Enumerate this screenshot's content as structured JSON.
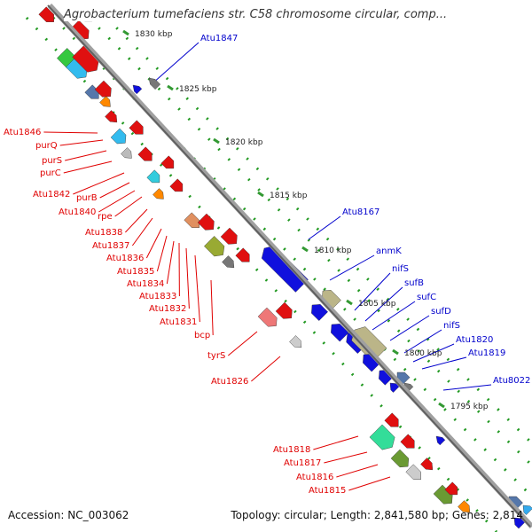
{
  "title": "Agrobacterium tumefaciens str. C58 chromosome circular, comp...",
  "accession": "Accession: NC_003062",
  "topology": "Topology: circular; Length: 2,841,580 bp; Genes: 2,814",
  "colors": {
    "forward_label": "#e00000",
    "reverse_label": "#0000cc",
    "backbone": "#808080",
    "tick": "#339933",
    "dots": "#229922"
  },
  "scale_labels": [
    "1830 kbp",
    "1825 kbp",
    "1820 kbp",
    "1815 kbp",
    "1810 kbp",
    "1805 kbp",
    "1800 kbp",
    "1795 kbp"
  ],
  "forward_genes": [
    "Atu1846",
    "purQ",
    "purS",
    "purC",
    "Atu1842",
    "purB",
    "Atu1840",
    "rpe",
    "Atu1838",
    "Atu1837",
    "Atu1836",
    "Atu1835",
    "Atu1834",
    "Atu1833",
    "Atu1832",
    "Atu1831",
    "bcp",
    "tyrS",
    "Atu1826",
    "Atu1818",
    "Atu1817",
    "Atu1816",
    "Atu1815"
  ],
  "reverse_genes": [
    "Atu1847",
    "Atu8167",
    "anmK",
    "nifS",
    "sufB",
    "sufC",
    "sufD",
    "nifS",
    "Atu1820",
    "Atu1819",
    "Atu8022"
  ]
}
